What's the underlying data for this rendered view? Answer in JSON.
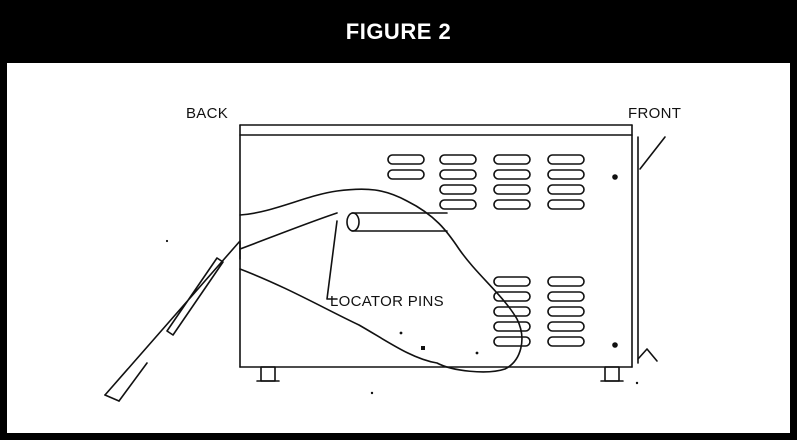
{
  "figure": {
    "title": "FIGURE 2",
    "header_background": "#000000",
    "panel_background": "#ffffff"
  },
  "labels": {
    "back": "BACK",
    "front": "FRONT",
    "locator_pins": "LOCATOR PINS"
  }
}
